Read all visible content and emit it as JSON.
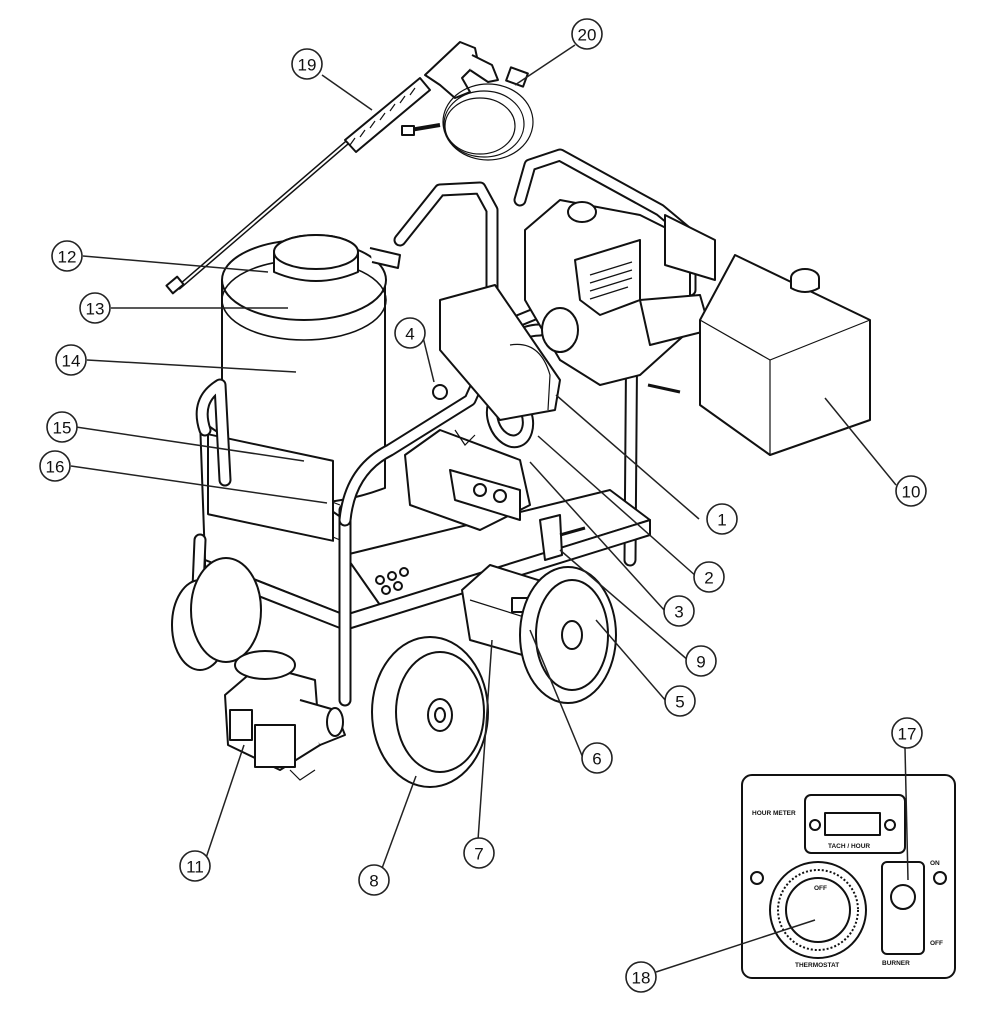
{
  "callouts": [
    {
      "id": "1",
      "label": "1"
    },
    {
      "id": "2",
      "label": "2"
    },
    {
      "id": "3",
      "label": "3"
    },
    {
      "id": "4",
      "label": "4"
    },
    {
      "id": "5",
      "label": "5"
    },
    {
      "id": "6",
      "label": "6"
    },
    {
      "id": "7",
      "label": "7"
    },
    {
      "id": "8",
      "label": "8"
    },
    {
      "id": "9",
      "label": "9"
    },
    {
      "id": "10",
      "label": "10"
    },
    {
      "id": "11",
      "label": "11"
    },
    {
      "id": "12",
      "label": "12"
    },
    {
      "id": "13",
      "label": "13"
    },
    {
      "id": "14",
      "label": "14"
    },
    {
      "id": "15",
      "label": "15"
    },
    {
      "id": "16",
      "label": "16"
    },
    {
      "id": "17",
      "label": "17"
    },
    {
      "id": "18",
      "label": "18"
    },
    {
      "id": "19",
      "label": "19"
    },
    {
      "id": "20",
      "label": "20"
    }
  ],
  "control_panel": {
    "hour_meter": "HOUR METER",
    "tach_hour": "TACH / HOUR",
    "thermostat": "THERMOSTAT",
    "off_dial": "OFF",
    "burner": "BURNER",
    "on": "ON",
    "off": "OFF"
  }
}
